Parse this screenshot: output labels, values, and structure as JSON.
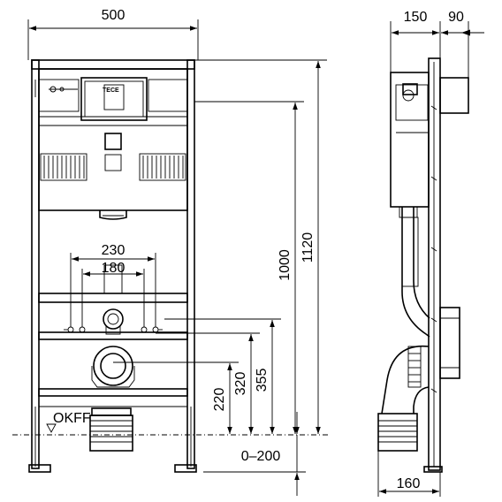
{
  "diagram": {
    "front": {
      "dim_width": "500",
      "dim_1120": "1120",
      "dim_1000": "1000",
      "dim_355": "355",
      "dim_320": "320",
      "dim_220": "220",
      "dim_230": "230",
      "dim_180": "180",
      "dim_0_200": "0–200",
      "okff_label": "OKFF",
      "logo_text": "TECE"
    },
    "side": {
      "dim_150": "150",
      "dim_90": "90",
      "dim_160": "160"
    }
  }
}
